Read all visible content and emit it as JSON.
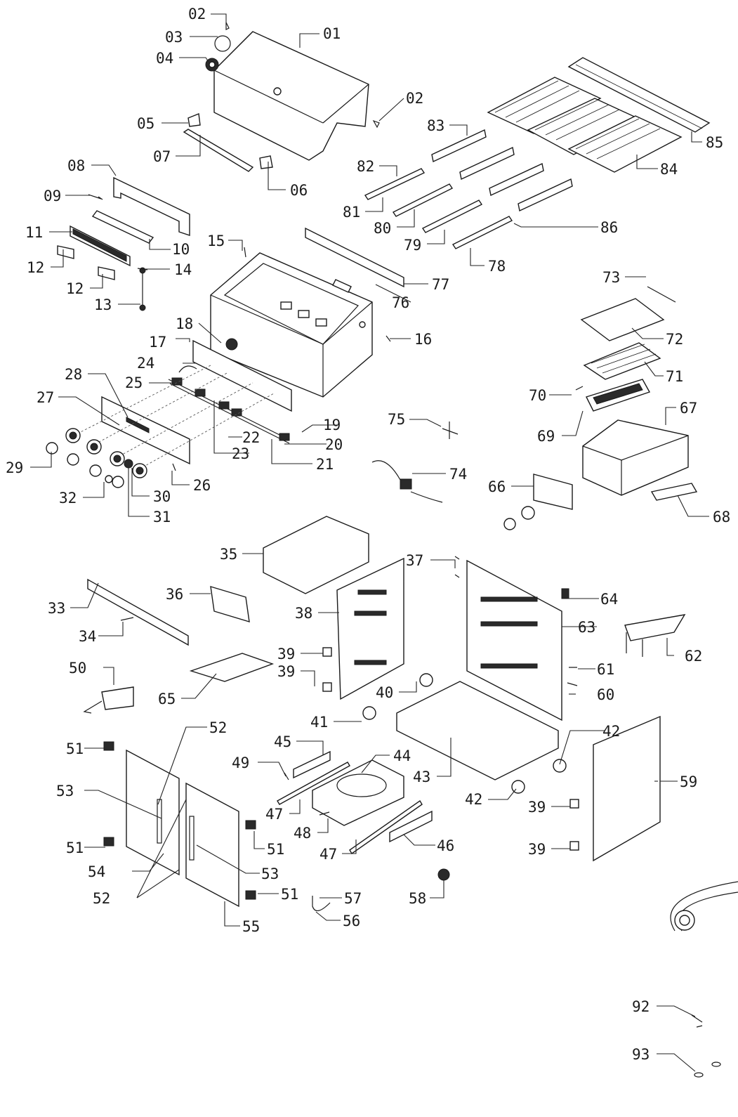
{
  "labels": {
    "p01": "01",
    "p02a": "02",
    "p02b": "02",
    "p03": "03",
    "p04": "04",
    "p05": "05",
    "p06": "06",
    "p07": "07",
    "p08": "08",
    "p09": "09",
    "p10": "10",
    "p11": "11",
    "p12a": "12",
    "p12b": "12",
    "p13": "13",
    "p14": "14",
    "p15": "15",
    "p16": "16",
    "p17": "17",
    "p18": "18",
    "p19": "19",
    "p20": "20",
    "p21": "21",
    "p22": "22",
    "p23": "23",
    "p24": "24",
    "p25": "25",
    "p26": "26",
    "p27": "27",
    "p28": "28",
    "p29": "29",
    "p30": "30",
    "p31": "31",
    "p32": "32",
    "p33": "33",
    "p34": "34",
    "p35": "35",
    "p36": "36",
    "p37": "37",
    "p38": "38",
    "p39a": "39",
    "p39b": "39",
    "p39c": "39",
    "p39d": "39",
    "p40": "40",
    "p41": "41",
    "p42a": "42",
    "p42b": "42",
    "p43": "43",
    "p44": "44",
    "p45": "45",
    "p46": "46",
    "p47a": "47",
    "p47b": "47",
    "p48": "48",
    "p49": "49",
    "p50": "50",
    "p51a": "51",
    "p51b": "51",
    "p51c": "51",
    "p51d": "51",
    "p52a": "52",
    "p52b": "52",
    "p53a": "53",
    "p53b": "53",
    "p54": "54",
    "p55": "55",
    "p56": "56",
    "p57": "57",
    "p58": "58",
    "p59": "59",
    "p60": "60",
    "p61": "61",
    "p62": "62",
    "p63": "63",
    "p64": "64",
    "p65": "65",
    "p66": "66",
    "p67": "67",
    "p68": "68",
    "p69": "69",
    "p70": "70",
    "p71": "71",
    "p72": "72",
    "p73": "73",
    "p74": "74",
    "p75": "75",
    "p76": "76",
    "p77": "77",
    "p78": "78",
    "p79": "79",
    "p80": "80",
    "p81": "81",
    "p82": "82",
    "p83": "83",
    "p84": "84",
    "p85": "85",
    "p86": "86",
    "p92": "92",
    "p93": "93"
  }
}
